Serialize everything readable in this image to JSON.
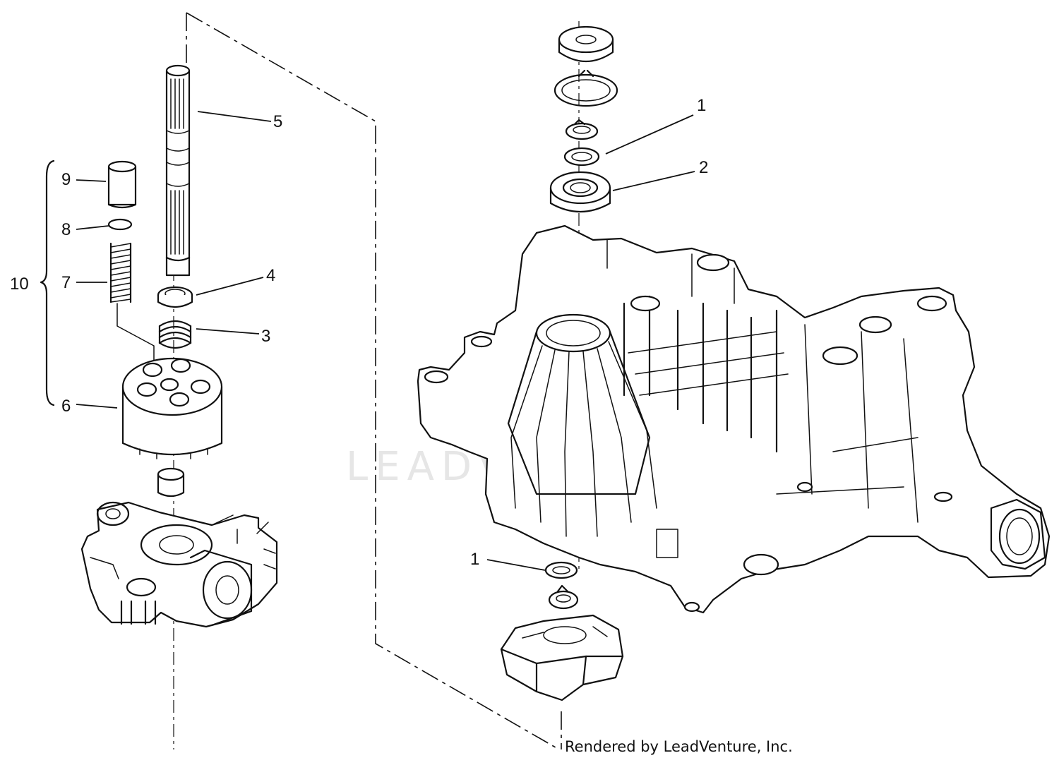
{
  "diagram": {
    "watermark": "LEADVENTURE",
    "callouts": [
      {
        "id": "c1-top",
        "label": "1"
      },
      {
        "id": "c2",
        "label": "2"
      },
      {
        "id": "c1-bottom",
        "label": "1"
      },
      {
        "id": "c3",
        "label": "3"
      },
      {
        "id": "c4",
        "label": "4"
      },
      {
        "id": "c5",
        "label": "5"
      },
      {
        "id": "c6",
        "label": "6"
      },
      {
        "id": "c7",
        "label": "7"
      },
      {
        "id": "c8",
        "label": "8"
      },
      {
        "id": "c9",
        "label": "9"
      },
      {
        "id": "c10",
        "label": "10"
      }
    ],
    "credit": "Rendered by LeadVenture, Inc."
  }
}
